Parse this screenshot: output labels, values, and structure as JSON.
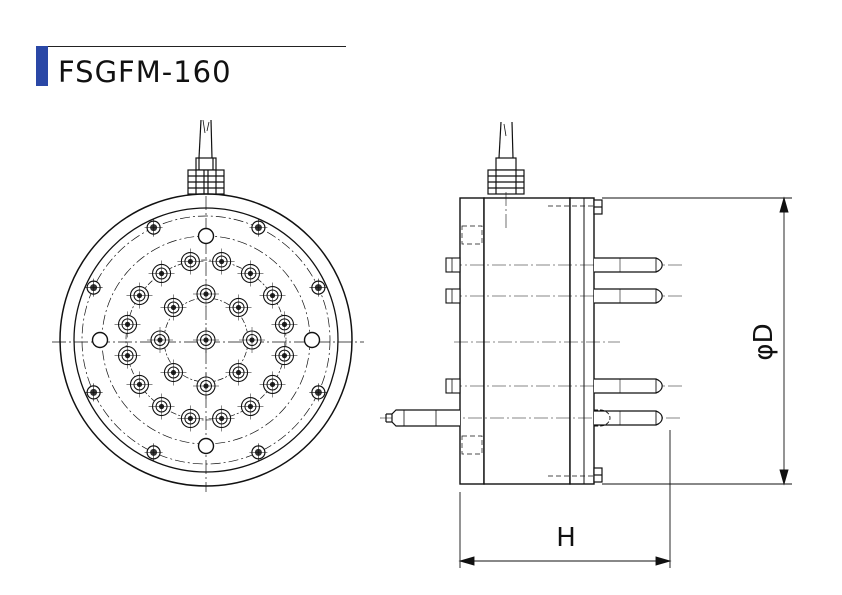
{
  "title": "FSGFM-160",
  "accent_color": "#2a47a6",
  "dimensions": {
    "diameter_label": "φD",
    "height_label": "H"
  }
}
